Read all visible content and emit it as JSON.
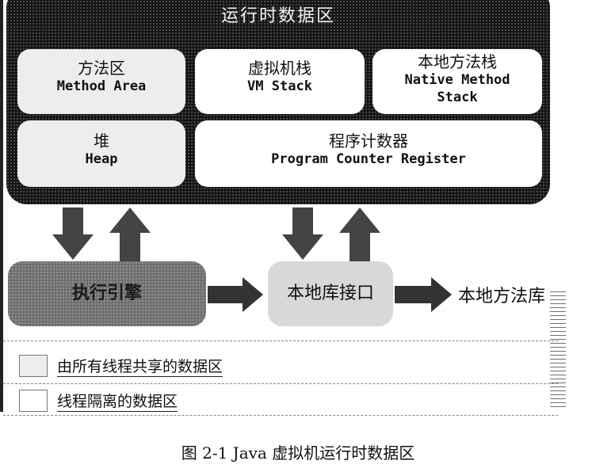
{
  "runtime_area": {
    "title": "运行时数据区"
  },
  "boxes": {
    "method_area": {
      "zh": "方法区",
      "en": "Method Area"
    },
    "vm_stack": {
      "zh": "虚拟机栈",
      "en": "VM Stack"
    },
    "native_method_stack": {
      "zh": "本地方法栈",
      "en_line1": "Native Method",
      "en_line2": "Stack"
    },
    "heap": {
      "zh": "堆",
      "en": "Heap"
    },
    "program_counter": {
      "zh": "程序计数器",
      "en": "Program Counter Register"
    }
  },
  "execution_engine": {
    "label": "执行引擎"
  },
  "native_interface": {
    "label": "本地库接口"
  },
  "native_library": {
    "label": "本地方法库"
  },
  "legend": {
    "shared": "由所有线程共享的数据区",
    "isolated": "线程隔离的数据区"
  },
  "caption": "图 2-1   Java 虚拟机运行时数据区",
  "colors": {
    "runtime_bg": "#151515",
    "shared_fill": "#ededed",
    "isolated_fill": "#ffffff",
    "engine_fill": "#6f6f6f",
    "interface_fill": "#d8d8d8",
    "arrow": "#444444"
  }
}
